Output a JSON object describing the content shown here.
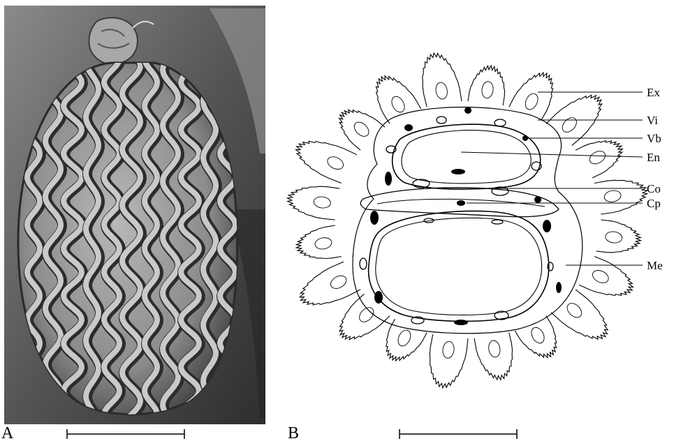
{
  "panels": {
    "a": {
      "letter": "A"
    },
    "b": {
      "letter": "B"
    }
  },
  "labels": [
    {
      "key": "ex",
      "text": "Ex"
    },
    {
      "key": "vi",
      "text": "Vi"
    },
    {
      "key": "vb",
      "text": "Vb"
    },
    {
      "key": "en",
      "text": "En"
    },
    {
      "key": "co",
      "text": "Co"
    },
    {
      "key": "cp",
      "text": "Cp"
    },
    {
      "key": "me",
      "text": "Me"
    }
  ],
  "colors": {
    "ink": "#000000",
    "paper": "#ffffff",
    "photo_background": "#5f5f5f",
    "seed_surface": "#9a9a9a"
  }
}
